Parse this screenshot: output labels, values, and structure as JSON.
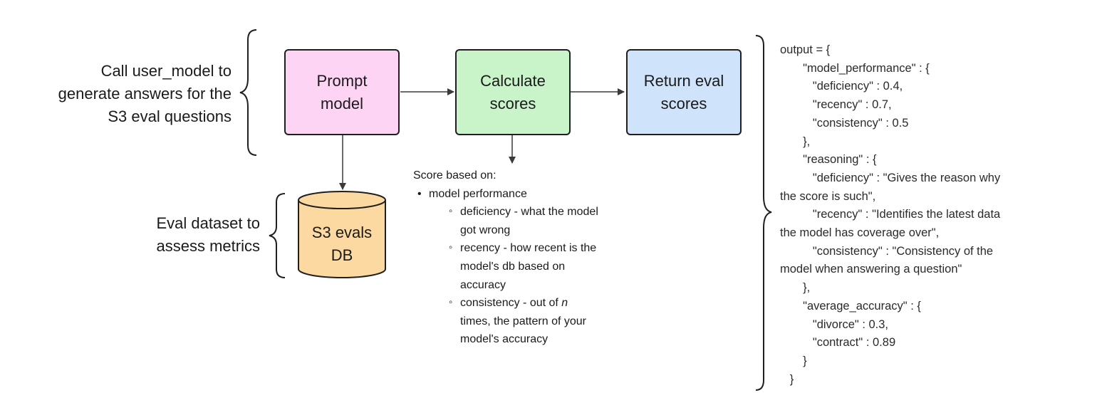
{
  "labels": {
    "call_model": [
      "Call user_model to",
      "generate answers for the",
      "S3 eval questions"
    ],
    "eval_dataset": [
      "Eval dataset to",
      "assess metrics"
    ]
  },
  "nodes": {
    "prompt_model": [
      "Prompt",
      "model"
    ],
    "calculate_scores": [
      "Calculate",
      "scores"
    ],
    "return_eval_scores": [
      "Return eval",
      "scores"
    ],
    "db": [
      "S3 evals",
      "DB"
    ]
  },
  "colors": {
    "prompt_model": "#FDD4F3",
    "calculate_scores": "#C9F4C9",
    "return_eval_scores": "#CFE3FB",
    "db": "#FCD9A0"
  },
  "score_notes": {
    "title": "Score based on:",
    "item": "model performance",
    "sub": {
      "deficiency": [
        "deficiency - what the model",
        "got wrong"
      ],
      "recency": [
        "recency - how recent is the",
        "model's db based on",
        "accuracy"
      ],
      "consistency_a": "consistency - out of ",
      "consistency_n": "n",
      "consistency_b": [
        "times, the pattern of your",
        "model's accuracy"
      ]
    }
  },
  "code_lines": [
    "output = {",
    "       \"model_performance\" : {",
    "          \"deficiency\" : 0.4,",
    "          \"recency\" : 0.7,",
    "          \"consistency\" : 0.5",
    "       },",
    "       \"reasoning\" : {",
    "          \"deficiency\" : \"Gives the reason why",
    "the score is such\",",
    "          \"recency\" : \"Identifies the latest data",
    "the model has coverage over\",",
    "          \"consistency\" : \"Consistency of the",
    "model when answering a question\"",
    "       },",
    "       \"average_accuracy\" : {",
    "          \"divorce\" : 0.3,",
    "          \"contract\" : 0.89",
    "       }",
    "   }"
  ]
}
